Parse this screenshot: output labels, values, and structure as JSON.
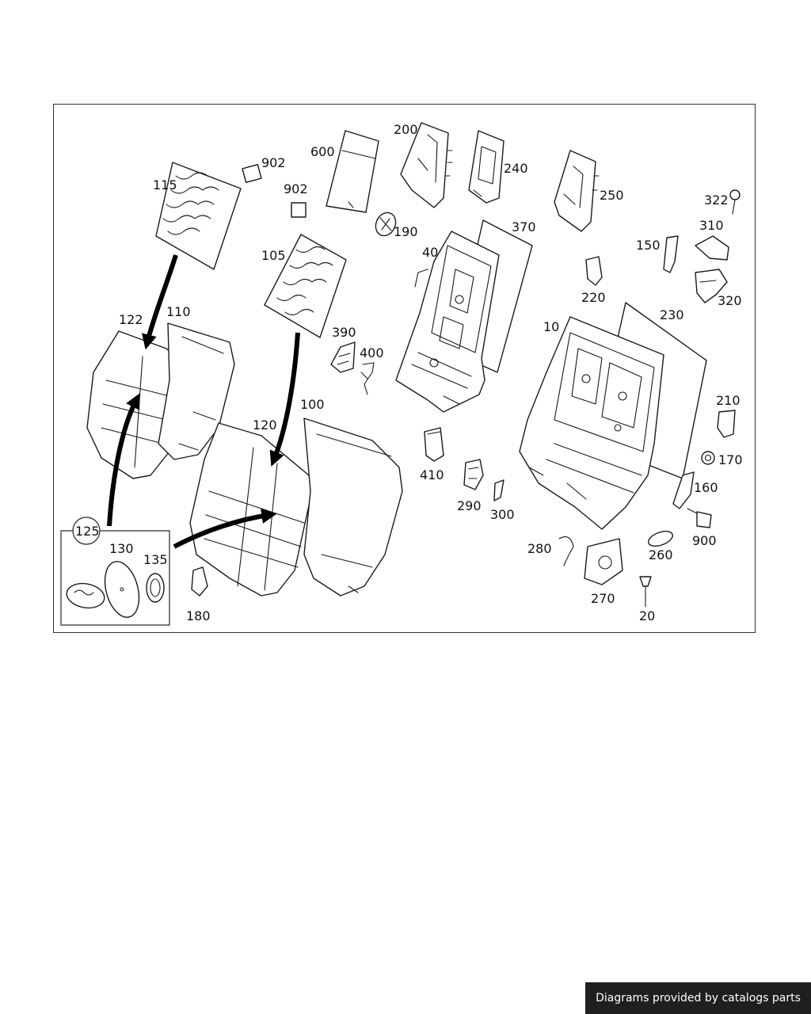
{
  "diagram": {
    "callouts": {
      "c10": "10",
      "c20": "20",
      "c40": "40",
      "c100": "100",
      "c105": "105",
      "c110": "110",
      "c115": "115",
      "c120": "120",
      "c122": "122",
      "c125": "125",
      "c130": "130",
      "c135": "135",
      "c150": "150",
      "c160": "160",
      "c170": "170",
      "c180": "180",
      "c190": "190",
      "c200": "200",
      "c210": "210",
      "c220": "220",
      "c230": "230",
      "c240": "240",
      "c250": "250",
      "c260": "260",
      "c270": "270",
      "c280": "280",
      "c290": "290",
      "c300": "300",
      "c310": "310",
      "c320": "320",
      "c322": "322",
      "c370": "370",
      "c390": "390",
      "c400": "400",
      "c410": "410",
      "c600": "600",
      "c900": "900",
      "c902a": "902",
      "c902b": "902"
    }
  },
  "credit": {
    "text": "Diagrams provided by catalogs parts"
  }
}
